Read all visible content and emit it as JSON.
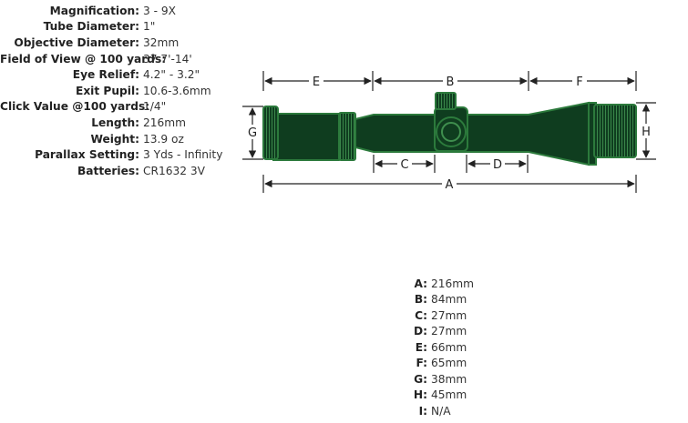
{
  "specs": [
    {
      "label": "Magnification:",
      "value": "3 - 9X"
    },
    {
      "label": "Tube Diameter:",
      "value": "1\""
    },
    {
      "label": "Objective Diameter:",
      "value": "32mm"
    },
    {
      "label": "Field of View @ 100 yards:",
      "value": "37.7'-14'"
    },
    {
      "label": "Eye Relief:",
      "value": "4.2\" - 3.2\""
    },
    {
      "label": "Exit Pupil:",
      "value": "10.6-3.6mm"
    },
    {
      "label": "Click Value @100 yards:",
      "value": "1/4\""
    },
    {
      "label": "Length:",
      "value": "216mm"
    },
    {
      "label": "Weight:",
      "value": "13.9 oz"
    },
    {
      "label": "Parallax Setting:",
      "value": "3 Yds - Infinity"
    },
    {
      "label": "Batteries:",
      "value": "CR1632 3V"
    }
  ],
  "diagram": {
    "letters": {
      "A": "A",
      "B": "B",
      "C": "C",
      "D": "D",
      "E": "E",
      "F": "F",
      "G": "G",
      "H": "H"
    },
    "colors": {
      "body": "#0f3d1f",
      "outline": "#2c7a3c",
      "highlight": "#3f8f4e",
      "line": "#222222"
    }
  },
  "dimensions": [
    {
      "key": "A:",
      "value": "216mm"
    },
    {
      "key": "B:",
      "value": "84mm"
    },
    {
      "key": "C:",
      "value": "27mm"
    },
    {
      "key": "D:",
      "value": "27mm"
    },
    {
      "key": "E:",
      "value": "66mm"
    },
    {
      "key": "F:",
      "value": "65mm"
    },
    {
      "key": "G:",
      "value": "38mm"
    },
    {
      "key": "H:",
      "value": "45mm"
    },
    {
      "key": "I:",
      "value": "N/A"
    }
  ]
}
